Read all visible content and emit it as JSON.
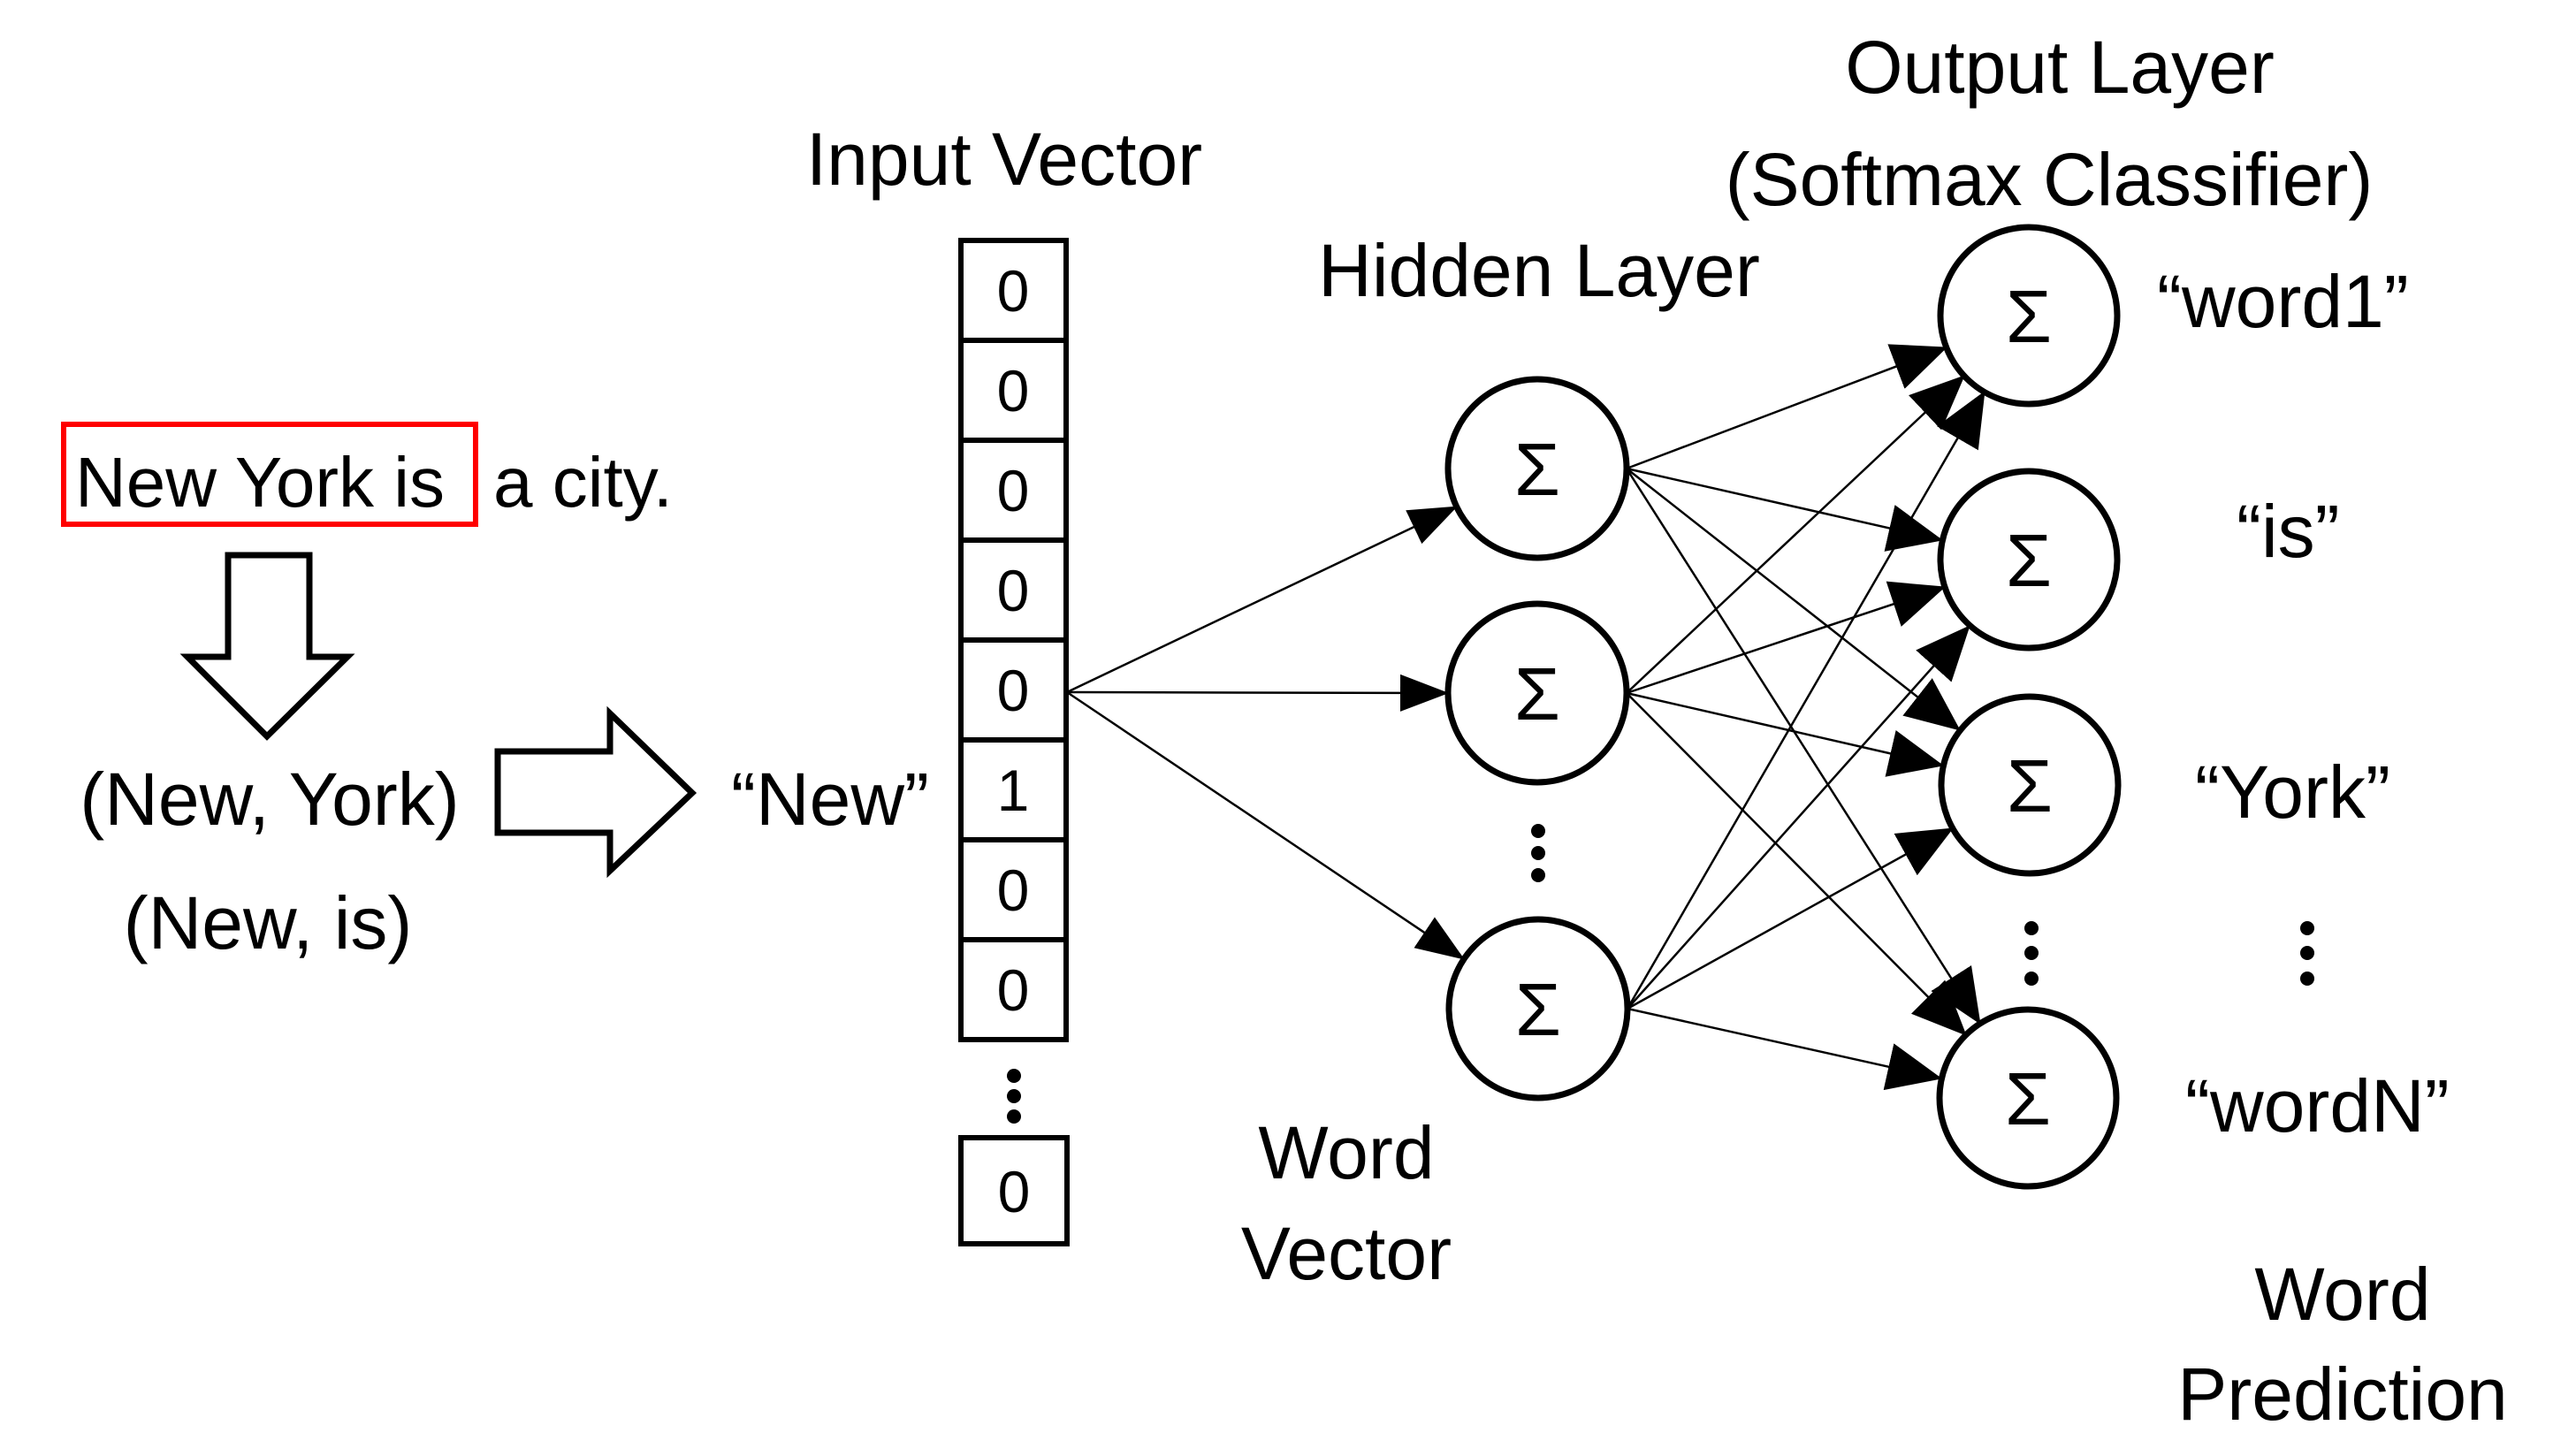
{
  "colors": {
    "highlight": "#ff0000",
    "ink": "#000000"
  },
  "symbols": {
    "neuron": "Σ",
    "vertical_ellipsis": "⋮"
  },
  "source_sentence": {
    "boxed_part": "New York is",
    "after_part": "a city."
  },
  "training_pairs": [
    "(New, York)",
    "(New, is)"
  ],
  "input_vector": {
    "title": "Input Vector",
    "word_label": "“New”",
    "cells": [
      "0",
      "0",
      "0",
      "0",
      "0",
      "1",
      "0",
      "0"
    ],
    "last_cell": "0"
  },
  "hidden_layer": {
    "title": "Hidden Layer",
    "label_line1": "Word",
    "label_line2": "Vector"
  },
  "output_layer": {
    "title_line1": "Output Layer",
    "title_line2": "(Softmax Classifier)",
    "labels": [
      "“word1”",
      "“is”",
      "“York”",
      "“wordN”"
    ],
    "label_line1": "Word",
    "label_line2": "Prediction"
  }
}
